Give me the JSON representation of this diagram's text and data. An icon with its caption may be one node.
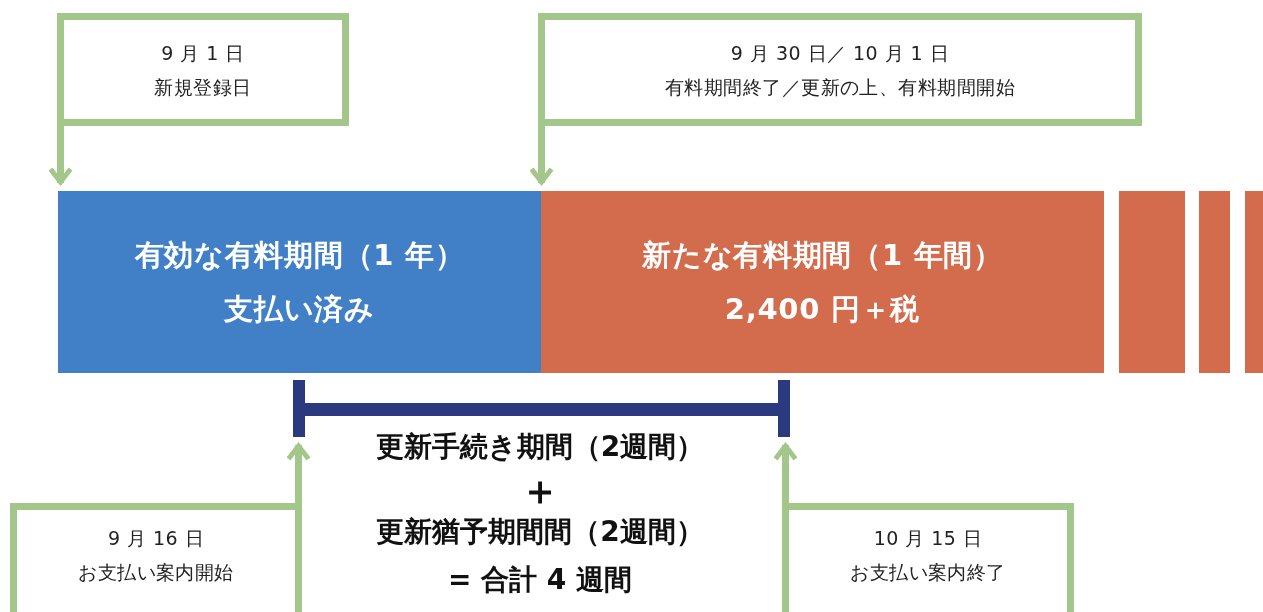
{
  "diagram": {
    "nodes": [
      {
        "text": [
          "9 月 1 日",
          "新規登録日"
        ]
      },
      {
        "text": [
          "9 月 30 日／ 10 月 1 日",
          "有料期間終了／更新の上、有料期間開始"
        ]
      },
      {
        "text": [
          "有効な有料期間（1 年）",
          "支払い済み"
        ]
      },
      {
        "text": [
          "新たな有料期間（1 年間）",
          "2,400 円＋税"
        ]
      },
      {
        "text": [],
        "shape": "bar"
      },
      {
        "text": [],
        "shape": "bar"
      },
      {
        "text": [],
        "shape": "bar"
      },
      {
        "text": [
          "9 月 16 日",
          "お支払い案内開始"
        ]
      },
      {
        "text": [
          "10 月 15 日",
          "お支払い案内終了"
        ]
      },
      {
        "text": [],
        "shape": "bracket"
      }
    ],
    "edges": [
      {
        "from": 0,
        "to": 2,
        "arrow": "to"
      },
      {
        "from": 1,
        "to": 3,
        "arrow": "to"
      },
      {
        "from": 7,
        "to": 9,
        "arrow": "to"
      },
      {
        "from": 8,
        "to": 9,
        "arrow": "to"
      }
    ],
    "labels": [
      "更新手続き期間（2週間）",
      "＋",
      "更新猶予期間間（2週間）",
      "= 合計 4 週間"
    ]
  }
}
